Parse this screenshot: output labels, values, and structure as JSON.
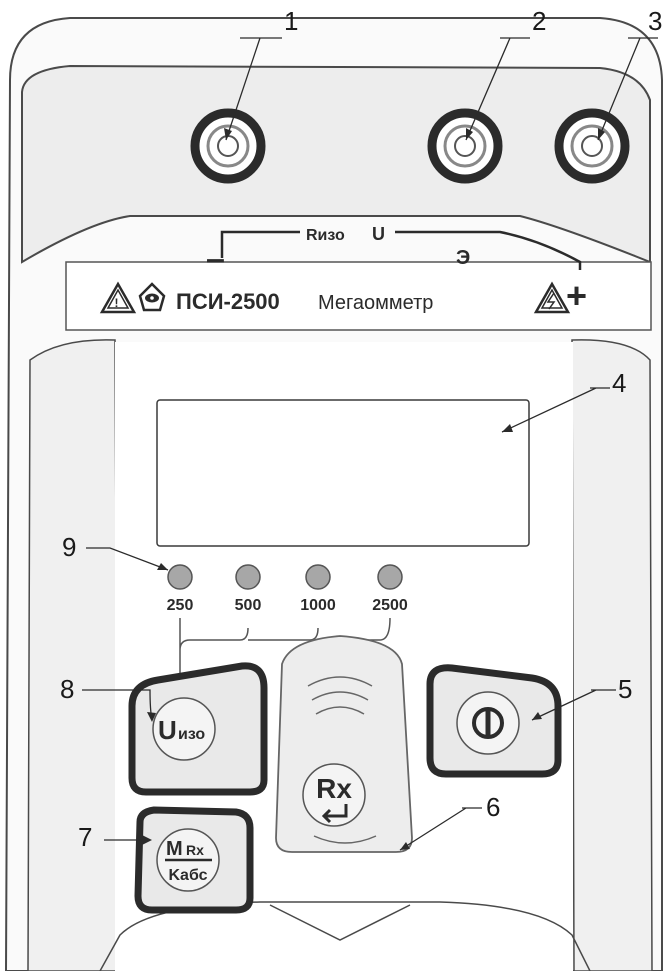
{
  "device": {
    "model": "ПСИ-2500",
    "type": "Мегаомметр",
    "terminal_neg": "–",
    "terminal_pos": "+",
    "terminal_rizo": "Rизо",
    "terminal_u": "U",
    "terminal_e": "Э"
  },
  "callouts": {
    "c1": "1",
    "c2": "2",
    "c3": "3",
    "c4": "4",
    "c5": "5",
    "c6": "6",
    "c7": "7",
    "c8": "8",
    "c9": "9"
  },
  "voltage_leds": [
    "250",
    "500",
    "1000",
    "2500"
  ],
  "buttons": {
    "uizo_main": "U",
    "uizo_sub": "изо",
    "rx": "Rx",
    "mrx_top_m": "M",
    "mrx_top_rx": "Rx",
    "mrx_bottom": "Kабс"
  },
  "colors": {
    "outline": "#2b2b2b",
    "led_fill": "#a7a7a7",
    "panel_shade": "#eeeeee",
    "button_inner": "#f4f4f4"
  }
}
